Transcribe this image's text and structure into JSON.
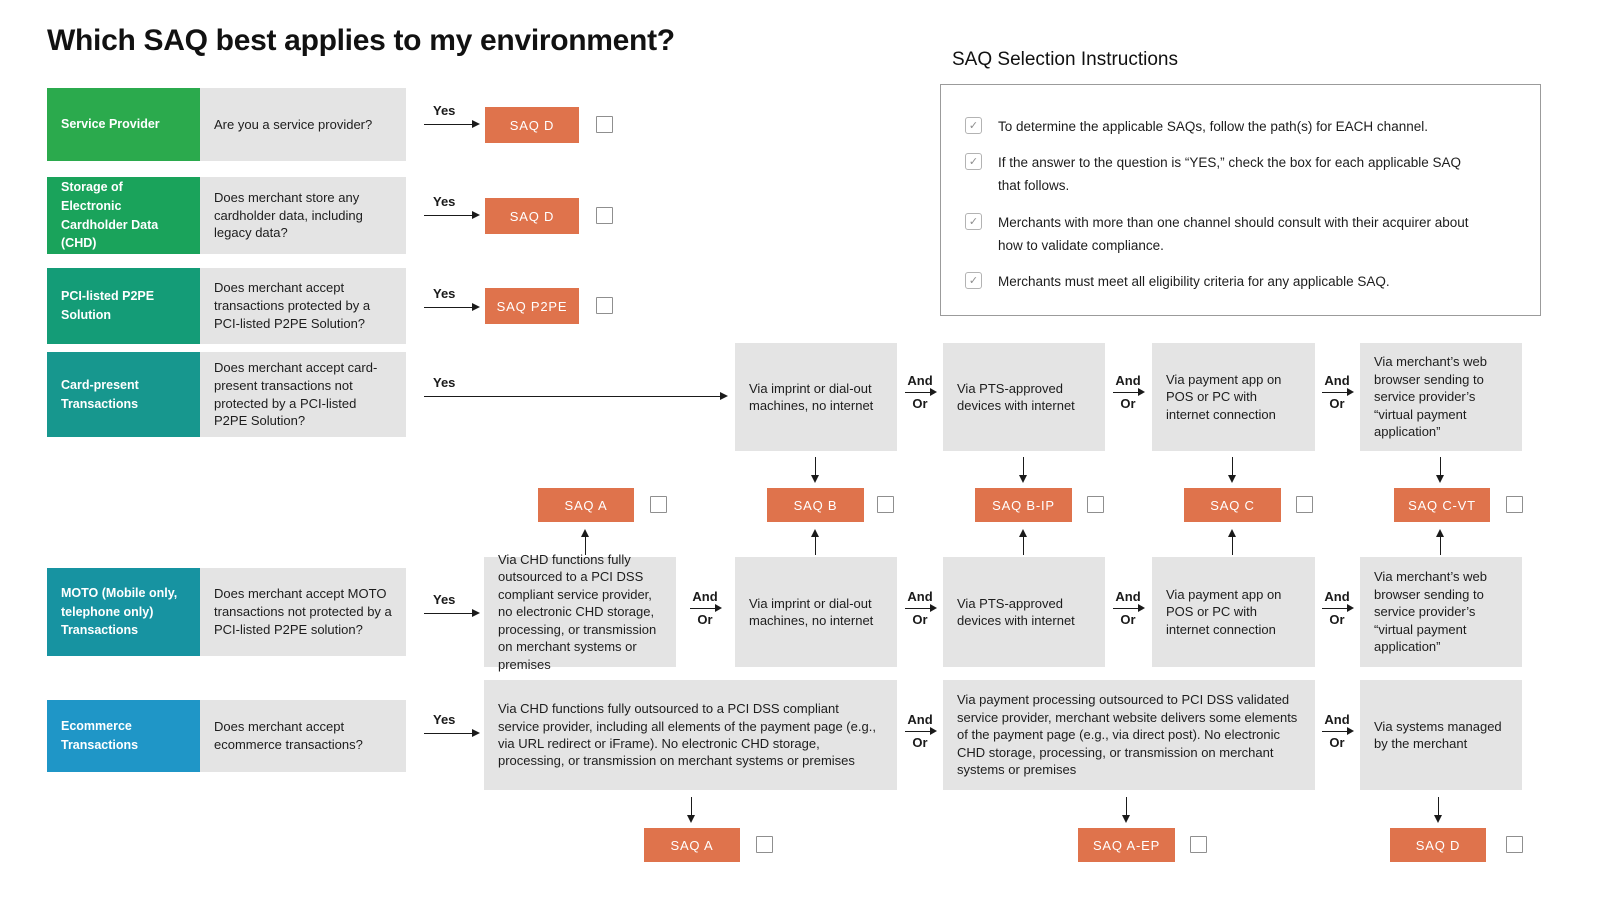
{
  "title": "Which SAQ best applies to my environment?",
  "icons": {
    "check": "✓"
  },
  "colors": {
    "saq_chip": "#DF734C",
    "path_box": "#E4E4E4",
    "text_dark": "#1d1d1d"
  },
  "connectors": {
    "yes": "Yes",
    "and": "And",
    "or": "Or"
  },
  "instructions": {
    "title": "SAQ Selection Instructions",
    "items": [
      "To determine the applicable SAQs, follow the path(s) for EACH channel.",
      "If the answer to the question is “YES,” check the box for each applicable SAQ that follows.",
      "Merchants with more than one channel should consult with their acquirer about how to validate compliance.",
      "Merchants must meet all eligibility criteria for any applicable SAQ."
    ]
  },
  "channels": [
    {
      "name": "Service Provider",
      "question": "Are you a service provider?",
      "color": "#2BAA4D"
    },
    {
      "name": "Storage of Electronic Cardholder Data (CHD)",
      "question": "Does merchant store any cardholder data, including legacy data?",
      "color": "#1AA35B"
    },
    {
      "name": "PCI-listed P2PE Solution",
      "question": "Does merchant accept transactions protected by a PCI-listed P2PE Solution?",
      "color": "#149C77"
    },
    {
      "name": "Card-present Transactions",
      "question": "Does merchant accept card-present transactions not protected by a PCI-listed P2PE Solution?",
      "color": "#17978E"
    },
    {
      "name": "MOTO (Mobile only, telephone only) Transactions",
      "question": "Does merchant accept MOTO transactions not protected by a PCI-listed P2PE solution?",
      "color": "#1793A1"
    },
    {
      "name": "Ecommerce Transactions",
      "question": "Does merchant accept ecommerce transactions?",
      "color": "#1F96C7"
    }
  ],
  "saq_top": [
    "SAQ D",
    "SAQ D",
    "SAQ P2PE"
  ],
  "saq_mid": [
    "SAQ A",
    "SAQ B",
    "SAQ B-IP",
    "SAQ C",
    "SAQ C-VT"
  ],
  "saq_bottom": [
    "SAQ A",
    "SAQ A-EP",
    "SAQ D"
  ],
  "card_present_paths": [
    "Via imprint or dial-out machines, no internet",
    "Via PTS-approved devices with internet",
    "Via payment app on POS or PC with internet connection",
    "Via merchant’s web browser sending to service provider’s “virtual payment application”"
  ],
  "moto_paths": [
    "Via CHD functions fully outsourced to a PCI DSS compliant service provider, no electronic CHD storage, processing, or transmission on merchant systems or premises",
    "Via imprint or dial-out machines, no internet",
    "Via PTS-approved devices with internet",
    "Via payment app on POS or PC with internet connection",
    "Via merchant’s web browser sending to service provider’s “virtual payment application”"
  ],
  "ecommerce_paths": [
    "Via CHD functions fully outsourced to a PCI DSS compliant service provider, including all elements of the payment page (e.g., via URL redirect or iFrame). No electronic CHD storage, processing, or transmission on merchant systems or premises",
    "Via payment processing outsourced to PCI DSS validated service provider, merchant website delivers some elements of the payment page (e.g., via direct post). No electronic CHD storage, processing, or transmission on merchant systems or premises",
    "Via systems managed by the merchant"
  ]
}
